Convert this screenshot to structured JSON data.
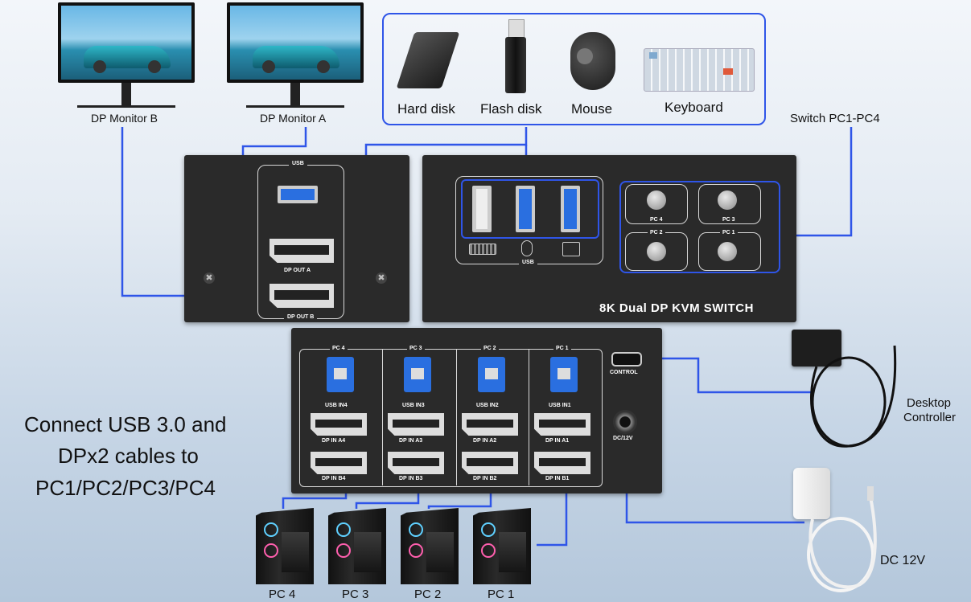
{
  "monitors": [
    {
      "label": "DP Monitor B"
    },
    {
      "label": "DP Monitor A"
    }
  ],
  "peripherals": [
    {
      "label": "Hard disk"
    },
    {
      "label": "Flash disk"
    },
    {
      "label": "Mouse"
    },
    {
      "label": "Keyboard"
    }
  ],
  "switch_label": "Switch PC1-PC4",
  "rear_left": {
    "usb_label": "USB",
    "dp_out_a": "DP OUT A",
    "dp_out_b": "DP OUT B"
  },
  "front_panel": {
    "usb_label": "USB",
    "product_name": "8K Dual DP KVM SWITCH",
    "buttons": [
      "PC 4",
      "PC 3",
      "PC 2",
      "PC 1"
    ]
  },
  "rear_ports": [
    {
      "pc": "PC 4",
      "usb": "USB IN4",
      "dpa": "DP IN A4",
      "dpb": "DP IN B4"
    },
    {
      "pc": "PC 3",
      "usb": "USB IN3",
      "dpa": "DP IN A3",
      "dpb": "DP IN B3"
    },
    {
      "pc": "PC 2",
      "usb": "USB IN2",
      "dpa": "DP IN A2",
      "dpb": "DP IN B2"
    },
    {
      "pc": "PC 1",
      "usb": "USB IN1",
      "dpa": "DP IN A1",
      "dpb": "DP IN B1"
    }
  ],
  "control_label": "CONTROL",
  "power_label": "DC/12V",
  "desktop_controller": {
    "line1": "Desktop",
    "line2": "Controller"
  },
  "dc_label": "DC 12V",
  "connect_text": [
    "Connect USB 3.0 and",
    "DPx2 cables to",
    "PC1/PC2/PC3/PC4"
  ],
  "pcs": [
    "PC 4",
    "PC 3",
    "PC 2",
    "PC 1"
  ],
  "colors": {
    "wire": "#2f55e8",
    "panel": "#2a2a2a",
    "usb_blue": "#2a6fe0"
  }
}
